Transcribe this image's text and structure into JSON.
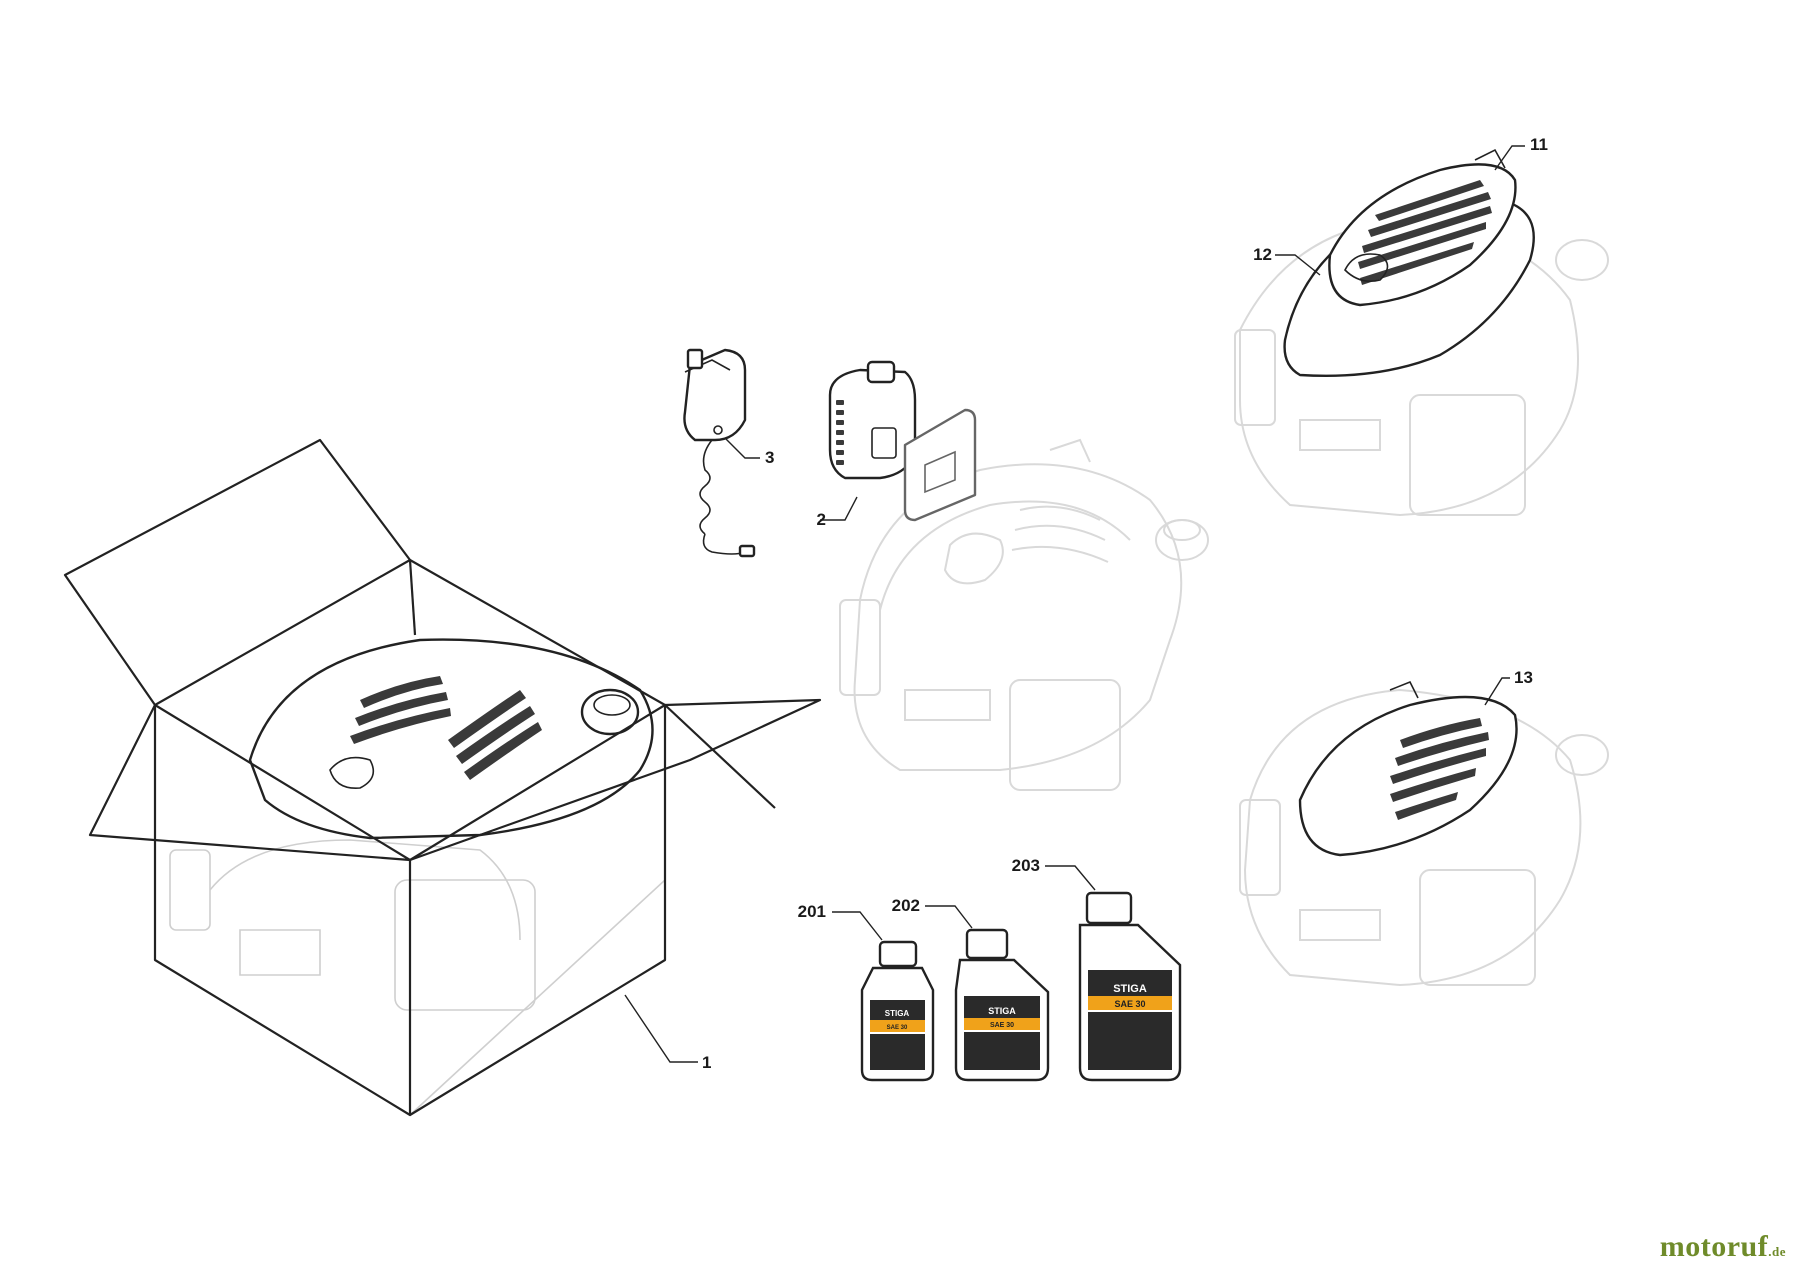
{
  "callouts": {
    "c1": "1",
    "c2": "2",
    "c3": "3",
    "c11": "11",
    "c12": "12",
    "c13": "13",
    "c201": "201",
    "c202": "202",
    "c203": "203"
  },
  "bottle_labels": {
    "brand": "STIGA",
    "oil_grade": "SAE 30"
  },
  "watermark": {
    "site": "motoruf",
    "tld": ".de"
  }
}
